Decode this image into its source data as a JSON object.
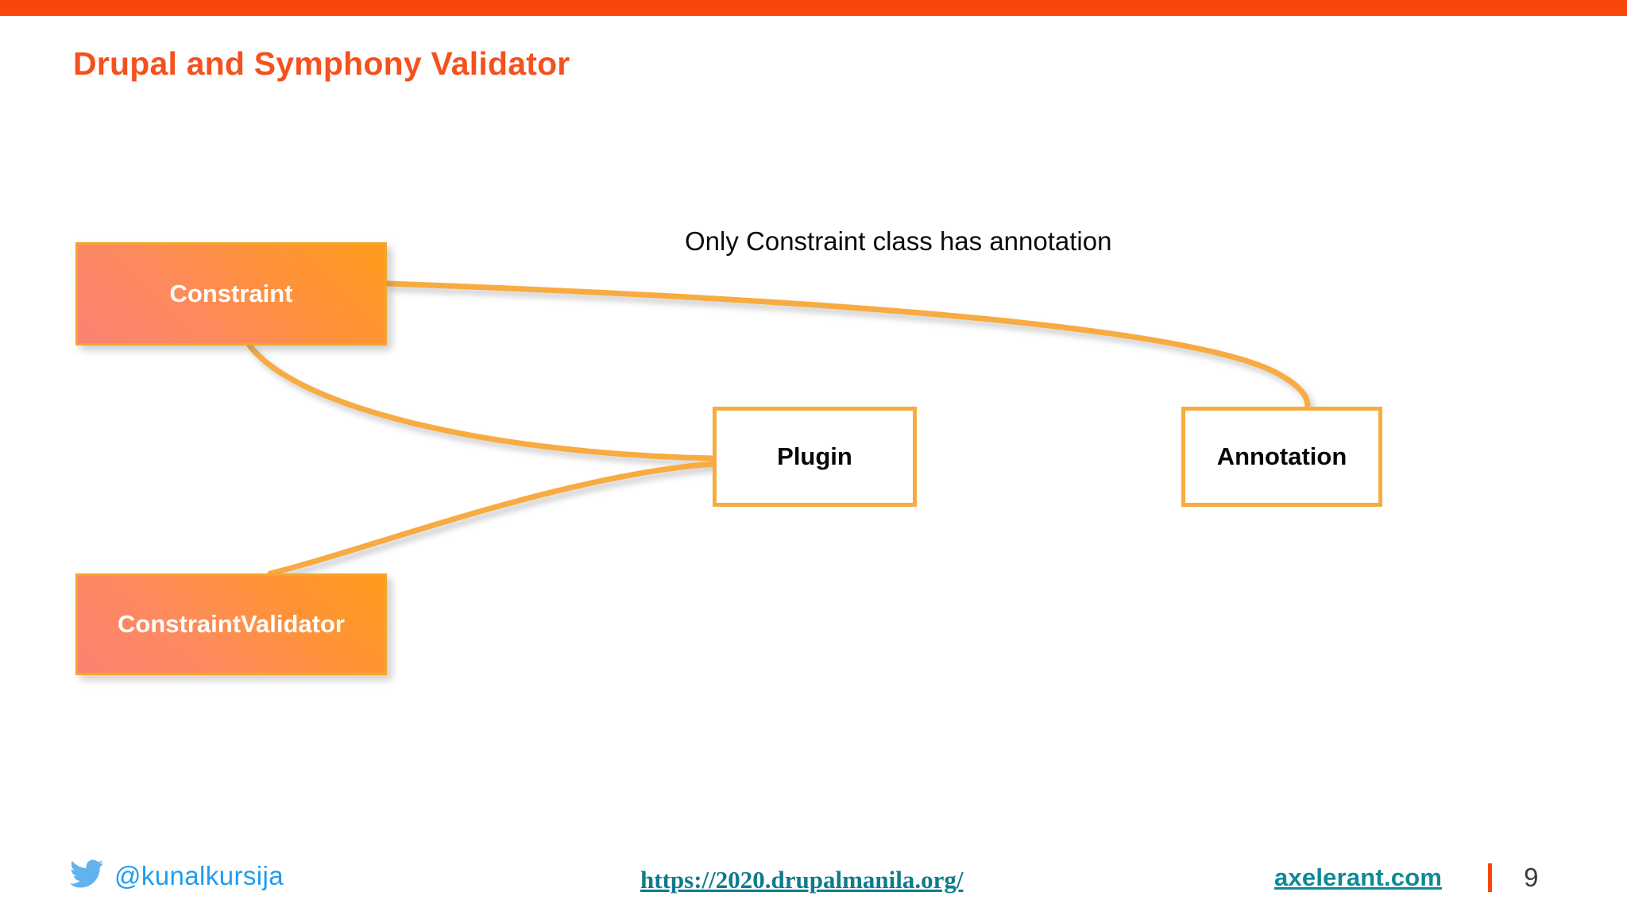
{
  "slide": {
    "title": "Drupal and Symphony Validator",
    "accent_color": "#f9470b",
    "title_color": "#f4511e"
  },
  "diagram": {
    "caption": "Only Constraint class has annotation",
    "edge_color": "#f7ab41",
    "nodes": [
      {
        "id": "constraint",
        "label": "Constraint",
        "style": "gradient"
      },
      {
        "id": "constraint-validator",
        "label": "ConstraintValidator",
        "style": "gradient"
      },
      {
        "id": "plugin",
        "label": "Plugin",
        "style": "outline"
      },
      {
        "id": "annotation",
        "label": "Annotation",
        "style": "outline"
      }
    ],
    "edges": [
      {
        "from": "constraint",
        "to": "annotation"
      },
      {
        "from": "constraint",
        "to": "plugin"
      },
      {
        "from": "constraint-validator",
        "to": "plugin"
      }
    ]
  },
  "footer": {
    "twitter_handle": "@kunalkursija",
    "twitter_icon": "twitter-bird-icon",
    "event_url": "https://2020.drupalmanila.org/",
    "company_url": "axelerant.com",
    "page_number": "9",
    "separator_color": "#f9470b",
    "link_color": "#0e8a97",
    "twitter_color": "#1f9cf0"
  }
}
